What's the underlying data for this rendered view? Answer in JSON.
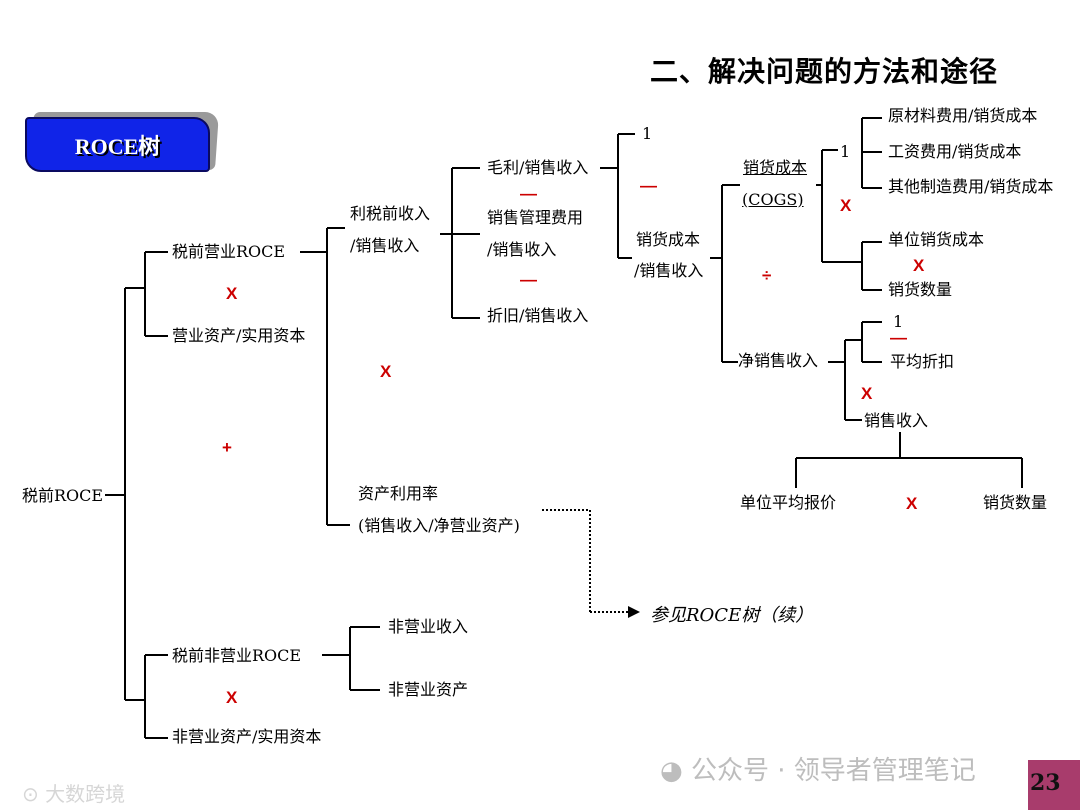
{
  "title": "二、解决问题的方法和途径",
  "badge": "ROCE树",
  "nodes": {
    "root": "税前ROCE",
    "op_roce": "税前营业ROCE",
    "op_assets": "营业资产/实用资本",
    "nonop_roce": "税前非营业ROCE",
    "nonop_assets": "非营业资产/实用资本",
    "ebit_line1": "利税前收入",
    "ebit_line2": "/销售收入",
    "asset_util_line1": "资产利用率",
    "asset_util_line2": "(销售收入/净营业资产)",
    "gross_margin": "毛利/销售收入",
    "sga_line1": "销售管理费用",
    "sga_line2": "/销售收入",
    "depr": "折旧/销售收入",
    "one_a": "1",
    "cogs_ratio_line1": "销货成本",
    "cogs_ratio_line2": "/销售收入",
    "cogs_line1": "销货成本",
    "cogs_line2": "(COGS)",
    "net_sales": "净销售收入",
    "one_b": "1",
    "raw_material": "原材料费用/销货成本",
    "labor": "工资费用/销货成本",
    "other_mfg": "其他制造费用/销货成本",
    "unit_cost": "单位销货成本",
    "sales_qty_a": "销货数量",
    "one_c": "1",
    "avg_discount": "平均折扣",
    "sales_rev": "销售收入",
    "unit_price": "单位平均报价",
    "sales_qty_b": "销货数量",
    "nonop_income": "非营业收入",
    "nonop_asset": "非营业资产",
    "see_also": "参见ROCE树（续）"
  },
  "operators": {
    "x": "X",
    "plus": "+",
    "minus": "—",
    "divide": "÷"
  },
  "watermark": {
    "account": "公众号 · 领导者管理笔记",
    "brand": "大数跨境"
  },
  "page_number": "23",
  "colors": {
    "operator": "#cc0000",
    "badge": "#1024e8",
    "page_box": "#a83c6c"
  }
}
